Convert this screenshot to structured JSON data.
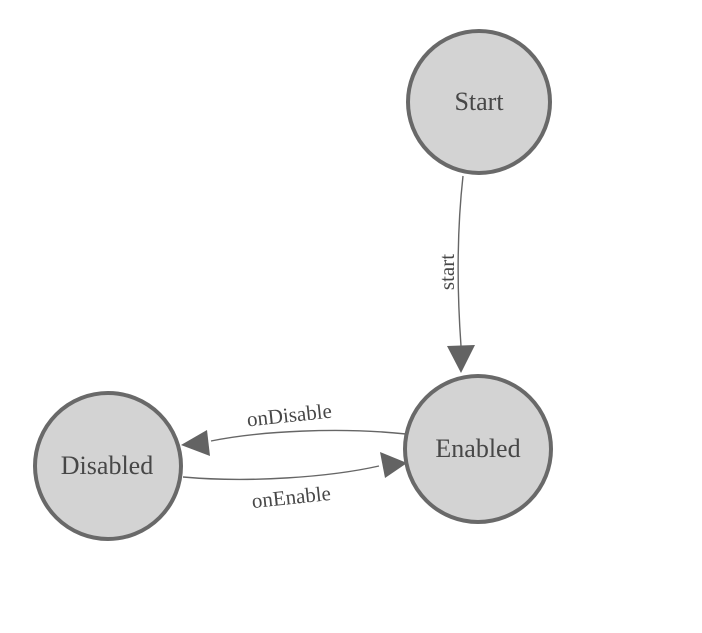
{
  "diagram": {
    "type": "state-machine",
    "background": "#ffffff",
    "colors": {
      "node_fill": "#d3d3d3",
      "node_border": "#696969",
      "edge_line": "#666666",
      "arrowhead": "#636363",
      "label_text": "#474747"
    },
    "nodes": [
      {
        "id": "start",
        "label": "Start"
      },
      {
        "id": "enabled",
        "label": "Enabled"
      },
      {
        "id": "disabled",
        "label": "Disabled"
      }
    ],
    "edges": [
      {
        "id": "start-to-enabled",
        "from": "Start",
        "to": "Enabled",
        "label": "start"
      },
      {
        "id": "enabled-to-disabled",
        "from": "Enabled",
        "to": "Disabled",
        "label": "onDisable"
      },
      {
        "id": "disabled-to-enabled",
        "from": "Disabled",
        "to": "Enabled",
        "label": "onEnable"
      }
    ]
  }
}
